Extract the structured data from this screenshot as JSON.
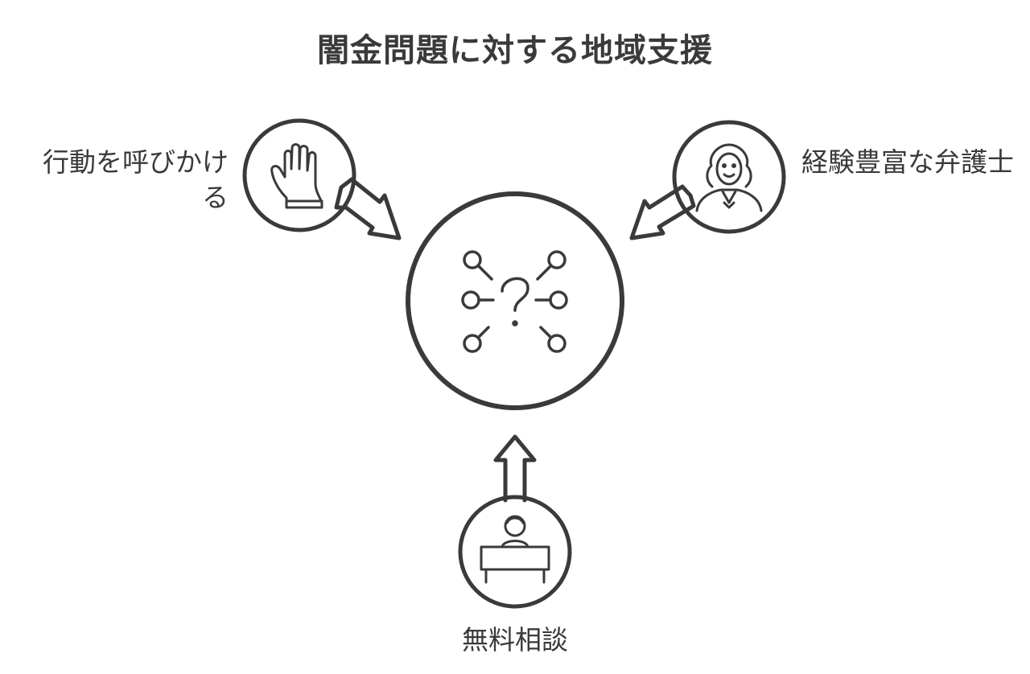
{
  "title": "闇金問題に対する地域支援",
  "nodes": {
    "center": {
      "icon": "question-network-icon"
    },
    "left": {
      "label": "行動を呼びかける",
      "icon": "raised-hand-icon"
    },
    "right": {
      "label": "経験豊富な弁護士",
      "icon": "lawyer-icon"
    },
    "bottom": {
      "label": "無料相談",
      "icon": "consultation-desk-icon"
    }
  },
  "colors": {
    "stroke": "#3a3a3a",
    "background": "#ffffff"
  }
}
